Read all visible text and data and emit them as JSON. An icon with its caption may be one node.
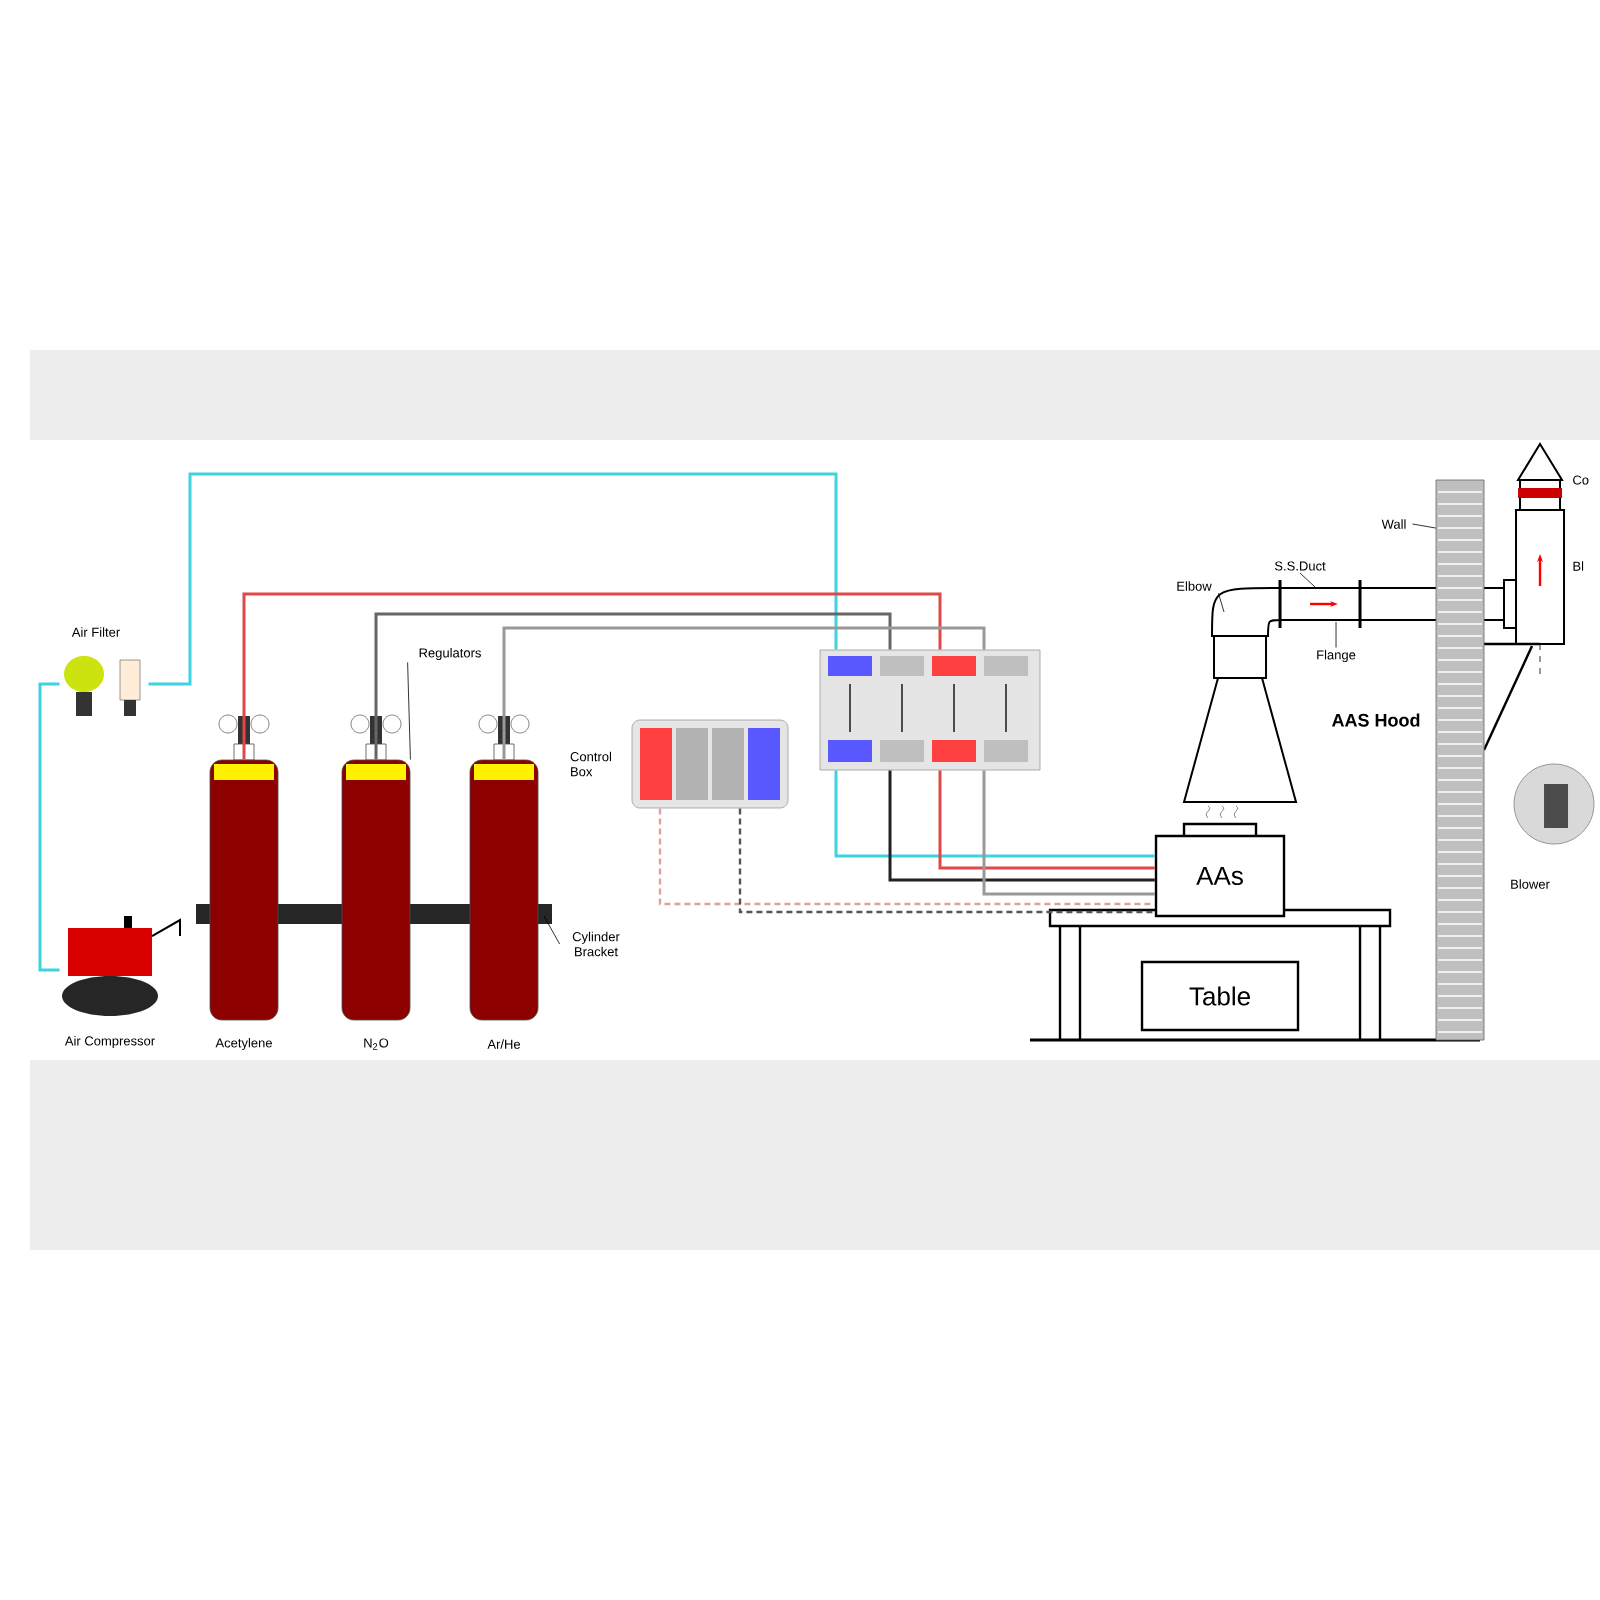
{
  "diagram": {
    "nodes": [
      {
        "text": [
          "Air Filter"
        ]
      },
      {
        "text": [
          "Air Compressor"
        ]
      },
      {
        "text": [
          "Acetylene"
        ]
      },
      {
        "text": [
          "N$_{2}$O"
        ]
      },
      {
        "text": [
          "Ar/He"
        ]
      },
      {
        "text": [
          "Regulators"
        ]
      },
      {
        "text": [
          "Control Box"
        ]
      },
      {
        "text": [],
        "shape": "picture"
      },
      {
        "text": [
          "Cylinder Bracket"
        ]
      },
      {
        "text": [
          "AAs"
        ]
      },
      {
        "text": [
          "Table"
        ]
      },
      {
        "text": [
          "AAS Hood"
        ]
      },
      {
        "text": [
          "Elbow"
        ]
      },
      {
        "text": [
          "S.S.Duct"
        ]
      },
      {
        "text": [
          "Flange"
        ]
      },
      {
        "text": [
          "Wall"
        ]
      },
      {
        "text": [
          "Blower"
        ]
      },
      {
        "text": [],
        "shape": "bar"
      }
    ],
    "edges": [
      {
        "from": 1,
        "to": 0,
        "arrow": "none",
        "color": "#3fd3e0"
      },
      {
        "from": 0,
        "to": 7,
        "arrow": "none",
        "color": "#3fd3e0"
      },
      {
        "from": 2,
        "to": 7,
        "arrow": "none",
        "color": "#e04848"
      },
      {
        "from": 3,
        "to": 7,
        "arrow": "none",
        "color": "#666666"
      },
      {
        "from": 4,
        "to": 7,
        "arrow": "none",
        "color": "#999999"
      },
      {
        "from": 7,
        "to": 9,
        "arrow": "none",
        "color": "#3fd3e0"
      },
      {
        "from": 7,
        "to": 9,
        "arrow": "none",
        "color": "#e04848"
      },
      {
        "from": 7,
        "to": 9,
        "arrow": "none",
        "color": "#222222"
      },
      {
        "from": 7,
        "to": 9,
        "arrow": "none",
        "color": "#999999"
      },
      {
        "from": 6,
        "to": 9,
        "arrow": "none",
        "style": "dashed",
        "color": "#e0a0a0"
      },
      {
        "from": 6,
        "to": 9,
        "arrow": "none",
        "style": "dashed",
        "color": "#555555"
      },
      {
        "from": 5,
        "to": 3,
        "arrow": "none"
      },
      {
        "from": 8,
        "to": null,
        "arrow": "none"
      },
      {
        "from": 12,
        "to": null,
        "arrow": "none"
      },
      {
        "from": 13,
        "to": null,
        "arrow": "none"
      },
      {
        "from": 14,
        "to": null,
        "arrow": "none"
      },
      {
        "from": 15,
        "to": 17,
        "arrow": "none"
      }
    ],
    "labels": [
      "Co",
      "Bl"
    ]
  }
}
